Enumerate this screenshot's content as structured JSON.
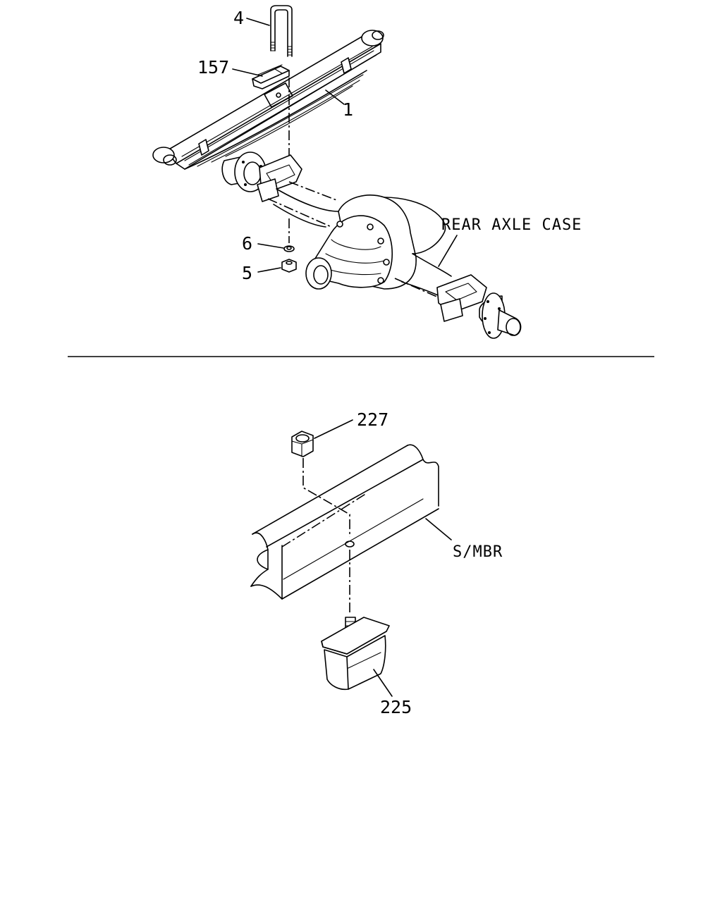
{
  "callouts": {
    "u_bolt": "4",
    "spring_pad": "157",
    "leaf_spring": "1",
    "washer": "6",
    "nut": "5",
    "rear_axle_case": "REAR AXLE CASE",
    "bumper_nut": "227",
    "side_member": "S/MBR",
    "bumper": "225"
  }
}
